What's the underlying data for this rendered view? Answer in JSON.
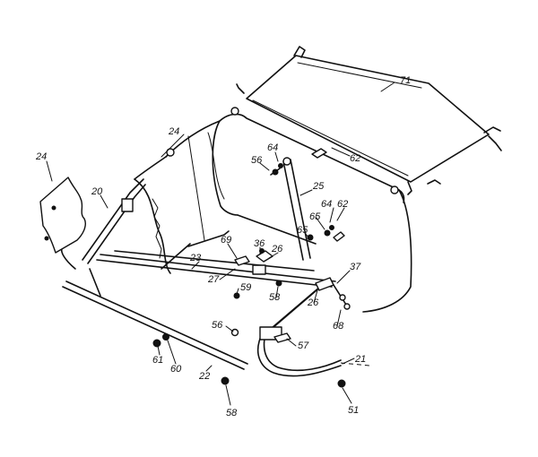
{
  "diagram": {
    "labels": {
      "p71": "71",
      "p24a": "24",
      "p24b": "24",
      "p64a": "64",
      "p56a": "56",
      "p62a": "62",
      "p25": "25",
      "p20": "20",
      "p64b": "64",
      "p62b": "62",
      "p65a": "65",
      "p65b": "65",
      "p69": "69",
      "p36": "36",
      "p26a": "26",
      "p23": "23",
      "p27": "27",
      "p37": "37",
      "p59": "59",
      "p58a": "58",
      "p26b": "26",
      "p68": "68",
      "p56b": "56",
      "p57": "57",
      "p21": "21",
      "p61": "61",
      "p60": "60",
      "p22": "22",
      "p58b": "58",
      "p51": "51"
    }
  }
}
